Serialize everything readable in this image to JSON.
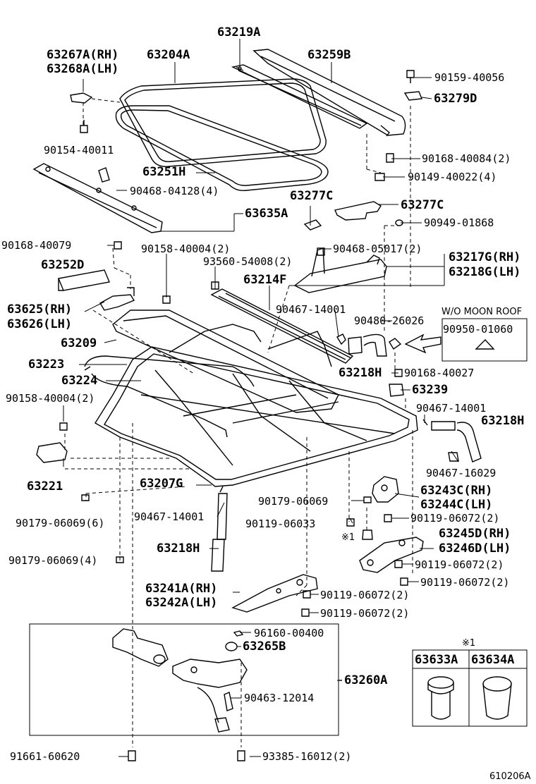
{
  "parts": {
    "p63219A": "63219A",
    "p63267A": "63267A(RH)",
    "p63268A": "63268A(LH)",
    "p63204A": "63204A",
    "p63259B": "63259B",
    "p90159_40056": "90159-40056",
    "p63279D": "63279D",
    "p90154_40011": "90154-40011",
    "p90168_40084": "90168-40084(2)",
    "p63251H": "63251H",
    "p90149_40022": "90149-40022(4)",
    "p90468_04128": "90468-04128(4)",
    "p63277C_a": "63277C",
    "p63277C_b": "63277C",
    "p63635A": "63635A",
    "p90949_01868": "90949-01868",
    "p90168_40079": "90168-40079",
    "p90158_40004_a": "90158-40004(2)",
    "p90468_05017": "90468-05017(2)",
    "p63217G": "63217G(RH)",
    "p63218G": "63218G(LH)",
    "p63252D": "63252D",
    "p93560_54008": "93560-54008(2)",
    "p63214F": "63214F",
    "p90467_14001_a": "90467-14001",
    "p63625": "63625(RH)",
    "p63626": "63626(LH)",
    "p90480_26026": "90480-26026",
    "p63209": "63209",
    "p63223": "63223",
    "p63218H_a": "63218H",
    "p90168_40027": "90168-40027",
    "p63224": "63224",
    "p63239": "63239",
    "p90158_40004_b": "90158-40004(2)",
    "p90467_14001_b": "90467-14001",
    "p63218H_b": "63218H",
    "p90467_16029": "90467-16029",
    "p63221": "63221",
    "p63207G": "63207G",
    "p63243C": "63243C(RH)",
    "p63244C": "63244C(LH)",
    "p90179_06069_a": "90179-06069",
    "p90179_06069_b": "90179-06069(6)",
    "p90467_14001_c": "90467-14001",
    "p90119_06072_a": "90119-06072(2)",
    "p90119_06033": "90119-06033",
    "p63245D": "63245D(RH)",
    "p63246D": "63246D(LH)",
    "p63218H_c": "63218H",
    "p90179_06069_c": "90179-06069(4)",
    "p90119_06072_b": "90119-06072(2)",
    "p90119_06072_c": "90119-06072(2)",
    "p63241A": "63241A(RH)",
    "p63242A": "63242A(LH)",
    "p90119_06072_d": "90119-06072(2)",
    "p90119_06072_e": "90119-06072(2)",
    "p96160_00400": "96160-00400",
    "p63265B": "63265B",
    "p63260A": "63260A",
    "p90463_12014": "90463-12014",
    "p91661_60620": "91661-60620",
    "p93385_16012": "93385-16012(2)"
  },
  "notes": {
    "wo_moon_roof": "W/O MOON ROOF",
    "wo_part": "90950-01060",
    "ref_mark": "※1",
    "table_header": "※1",
    "table_col1": "63633A",
    "table_col2": "63634A",
    "figure_id": "610206A"
  }
}
